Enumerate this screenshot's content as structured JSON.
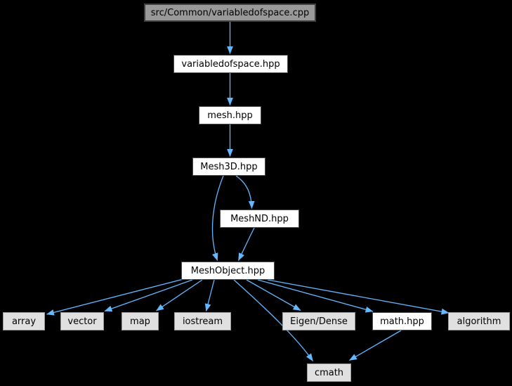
{
  "graph": {
    "background_color": "#000000",
    "edge_color": "#63b8ff",
    "node_styles": {
      "current": {
        "fill": "#999999",
        "border": "#404040",
        "text": "#000000"
      },
      "project": {
        "fill": "#ffffff",
        "border": "#4a4a4a",
        "text": "#000000"
      },
      "system": {
        "fill": "#e0e0e0",
        "border": "#999999",
        "text": "#000000"
      }
    },
    "nodes": [
      {
        "id": "variabledofspace_cpp",
        "label": "src/Common/variabledofspace.cpp",
        "type": "current"
      },
      {
        "id": "variabledofspace_hpp",
        "label": "variabledofspace.hpp",
        "type": "project"
      },
      {
        "id": "mesh_hpp",
        "label": "mesh.hpp",
        "type": "project"
      },
      {
        "id": "mesh3d_hpp",
        "label": "Mesh3D.hpp",
        "type": "project"
      },
      {
        "id": "meshnd_hpp",
        "label": "MeshND.hpp",
        "type": "project"
      },
      {
        "id": "meshobject_hpp",
        "label": "MeshObject.hpp",
        "type": "project"
      },
      {
        "id": "array",
        "label": "array",
        "type": "system"
      },
      {
        "id": "vector",
        "label": "vector",
        "type": "system"
      },
      {
        "id": "map",
        "label": "map",
        "type": "system"
      },
      {
        "id": "iostream",
        "label": "iostream",
        "type": "system"
      },
      {
        "id": "eigen_dense",
        "label": "Eigen/Dense",
        "type": "system"
      },
      {
        "id": "math_hpp",
        "label": "math.hpp",
        "type": "project"
      },
      {
        "id": "algorithm",
        "label": "algorithm",
        "type": "system"
      },
      {
        "id": "cmath",
        "label": "cmath",
        "type": "system"
      }
    ],
    "edges": [
      {
        "from": "variabledofspace_cpp",
        "to": "variabledofspace_hpp"
      },
      {
        "from": "variabledofspace_hpp",
        "to": "mesh_hpp"
      },
      {
        "from": "mesh_hpp",
        "to": "mesh3d_hpp"
      },
      {
        "from": "mesh3d_hpp",
        "to": "meshnd_hpp"
      },
      {
        "from": "mesh3d_hpp",
        "to": "meshobject_hpp"
      },
      {
        "from": "meshnd_hpp",
        "to": "meshobject_hpp"
      },
      {
        "from": "meshobject_hpp",
        "to": "array"
      },
      {
        "from": "meshobject_hpp",
        "to": "vector"
      },
      {
        "from": "meshobject_hpp",
        "to": "map"
      },
      {
        "from": "meshobject_hpp",
        "to": "iostream"
      },
      {
        "from": "meshobject_hpp",
        "to": "cmath"
      },
      {
        "from": "meshobject_hpp",
        "to": "eigen_dense"
      },
      {
        "from": "meshobject_hpp",
        "to": "math_hpp"
      },
      {
        "from": "meshobject_hpp",
        "to": "algorithm"
      },
      {
        "from": "math_hpp",
        "to": "cmath"
      }
    ]
  }
}
